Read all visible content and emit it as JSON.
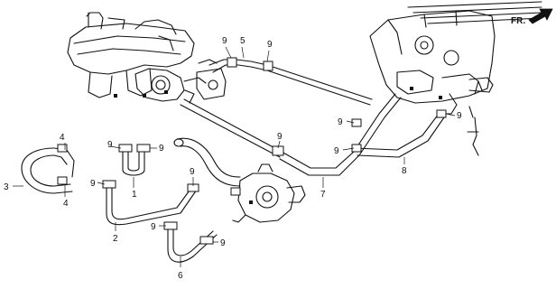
{
  "direction_label": "FR.",
  "callouts": [
    {
      "id": "c1",
      "text": "1"
    },
    {
      "id": "c2",
      "text": "2"
    },
    {
      "id": "c3",
      "text": "3"
    },
    {
      "id": "c4a",
      "text": "4"
    },
    {
      "id": "c4b",
      "text": "4"
    },
    {
      "id": "c5",
      "text": "5"
    },
    {
      "id": "c6",
      "text": "6"
    },
    {
      "id": "c7",
      "text": "7"
    },
    {
      "id": "c8",
      "text": "8"
    },
    {
      "id": "c9a",
      "text": "9"
    },
    {
      "id": "c9b",
      "text": "9"
    },
    {
      "id": "c9c",
      "text": "9"
    },
    {
      "id": "c9d",
      "text": "9"
    },
    {
      "id": "c9e",
      "text": "9"
    },
    {
      "id": "c9f",
      "text": "9"
    },
    {
      "id": "c9g",
      "text": "9"
    },
    {
      "id": "c9h",
      "text": "9"
    },
    {
      "id": "c9i",
      "text": "9"
    },
    {
      "id": "c9j",
      "text": "9"
    },
    {
      "id": "c9k",
      "text": "9"
    },
    {
      "id": "c9l",
      "text": "9"
    }
  ]
}
